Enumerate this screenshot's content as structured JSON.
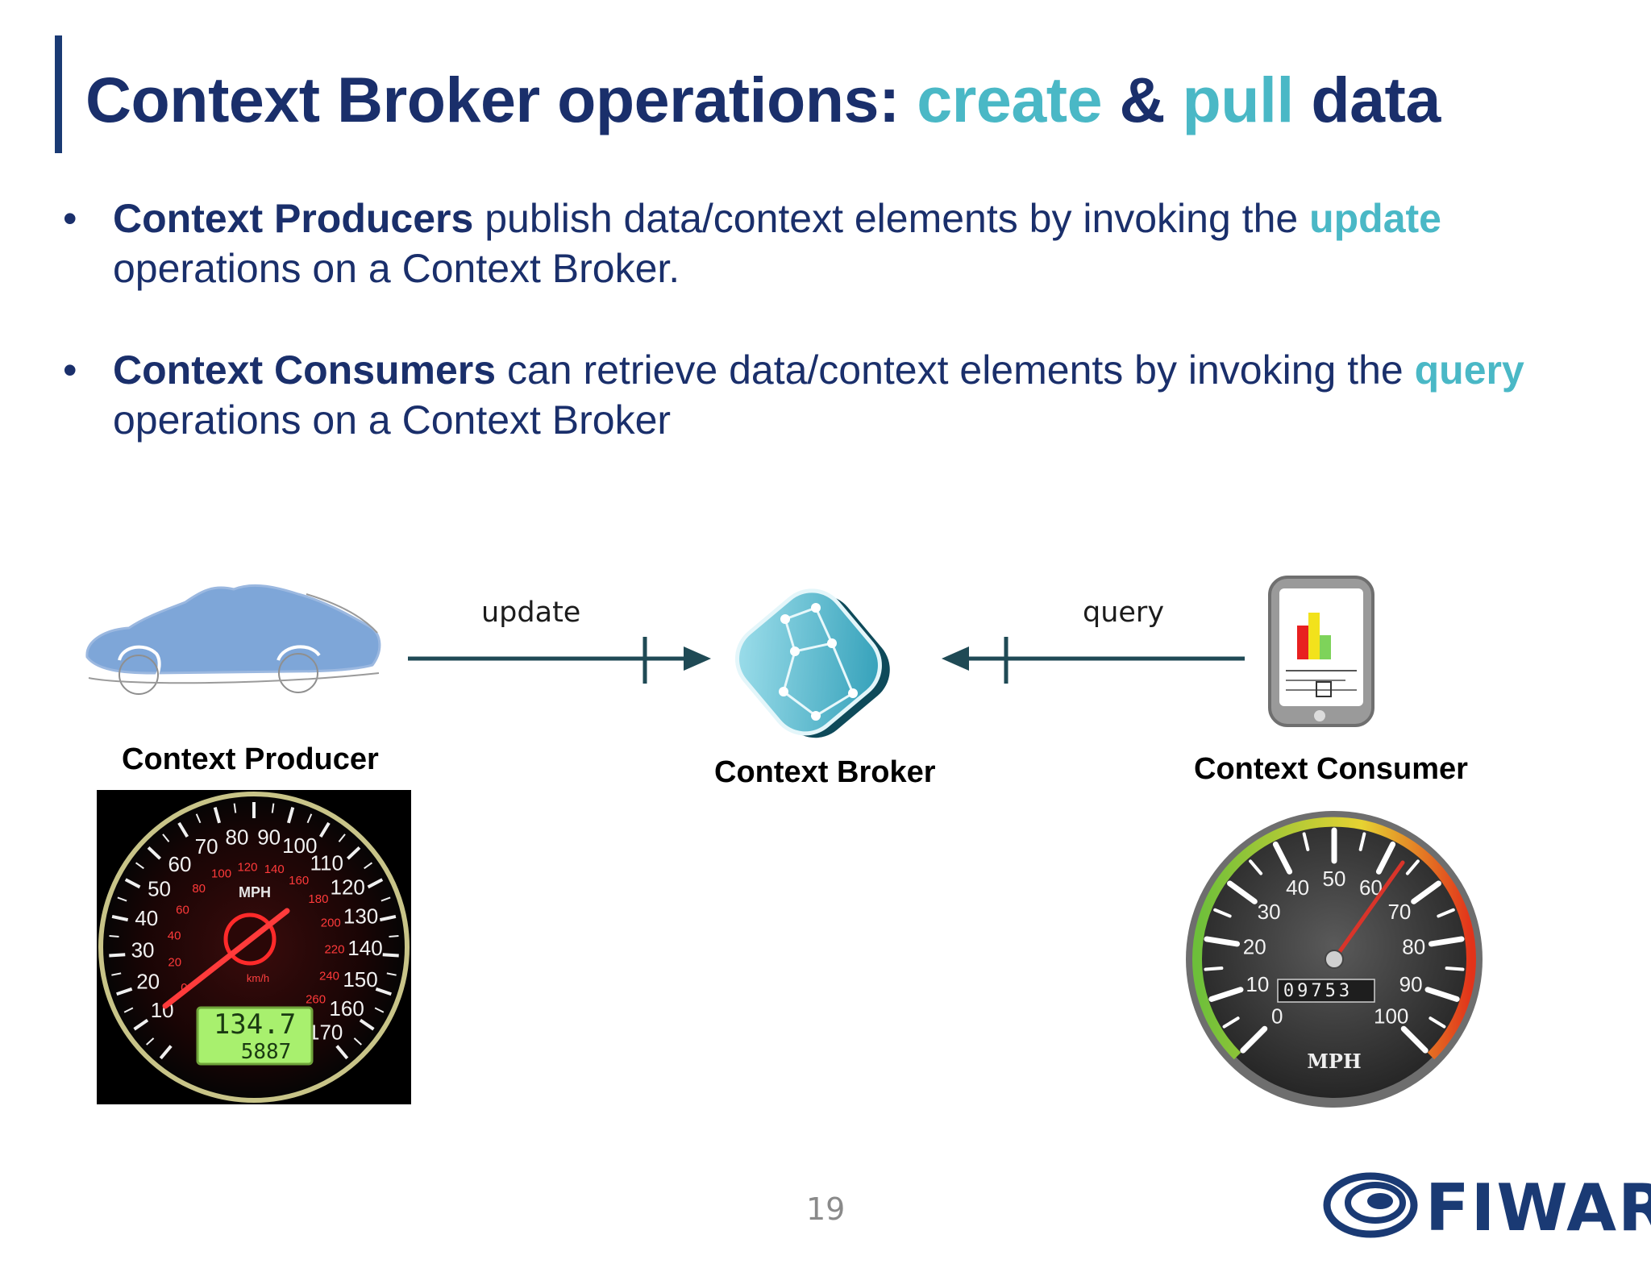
{
  "title": {
    "part1": "Context Broker operations: ",
    "create": "create",
    "amp": " & ",
    "pull": "pull",
    "part2": " data"
  },
  "bullets": [
    {
      "marker": "•",
      "bold": "Context Producers",
      "text": " publish data/context elements by invoking the ",
      "keyword": "update",
      "rest": " operations on a Context Broker."
    },
    {
      "marker": "•",
      "bold": "Context Consumers",
      "text": " can retrieve data/context elements by invoking the ",
      "keyword": "query",
      "rest": " operations on a Context Broker"
    }
  ],
  "diagram": {
    "producer_label": "Context Producer",
    "broker_label": "Context Broker",
    "consumer_label": "Context Consumer",
    "update_label": "update",
    "query_label": "query"
  },
  "speedometer_left": {
    "outer_ticks": [
      "10",
      "20",
      "30",
      "40",
      "50",
      "60",
      "70",
      "80",
      "90",
      "100",
      "110",
      "120",
      "130",
      "140",
      "150",
      "160",
      "170"
    ],
    "inner_ticks": [
      "0",
      "20",
      "40",
      "60",
      "80",
      "100",
      "120",
      "140",
      "160",
      "180",
      "200",
      "220",
      "240",
      "260"
    ],
    "unit_mph": "MPH",
    "unit_kmh": "km/h",
    "display_speed": "134.7",
    "display_odometer": "5887"
  },
  "speedometer_right": {
    "ticks": [
      "0",
      "10",
      "20",
      "30",
      "40",
      "50",
      "60",
      "70",
      "80",
      "90",
      "100"
    ],
    "unit": "MPH",
    "odometer": "09753"
  },
  "footer": {
    "page_number": "19",
    "logo_text": "FIWARE"
  },
  "colors": {
    "title": "#1a2f6b",
    "accent": "#4ab8c6",
    "arrow": "#1f4a55",
    "car": "#7ea6d8",
    "logo": "#1a3a74"
  }
}
